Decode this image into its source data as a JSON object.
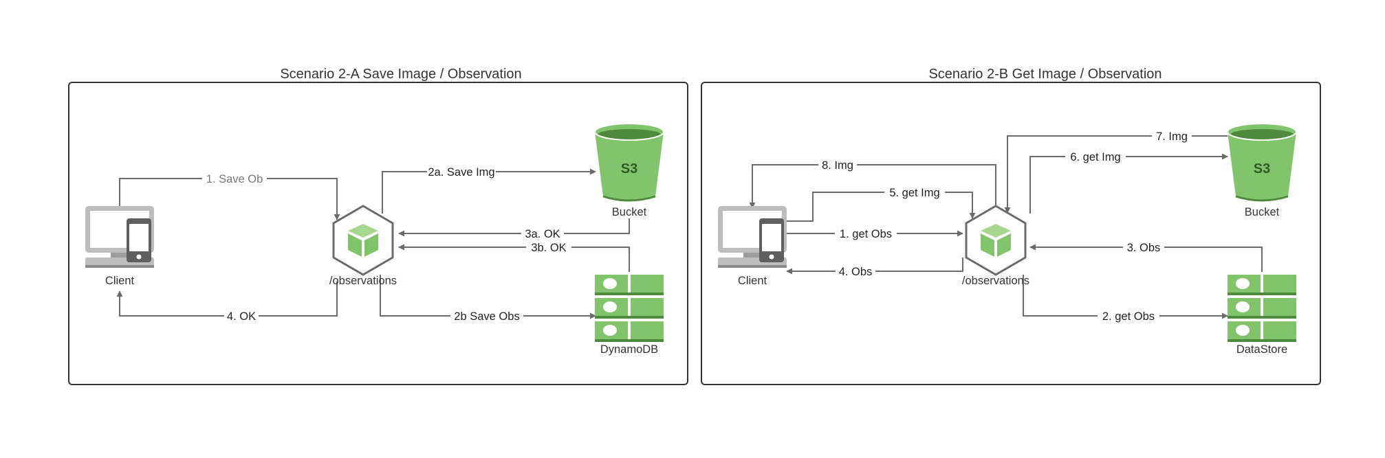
{
  "colors": {
    "green": "#82c46c",
    "dark_green": "#4f8a3c",
    "grey_device": "#bdbdbd",
    "dark_device": "#5f5f5f",
    "edge": "#6b6b6b"
  },
  "panel_a": {
    "title": "Scenario 2-A Save Image / Observation",
    "nodes": {
      "client": "Client",
      "observations": "/observations",
      "bucket": "Bucket",
      "bucket_icon_text": "S3",
      "db": "DynamoDB"
    },
    "edges": {
      "e1": "1. Save Ob",
      "e2a": "2a. Save Img",
      "e2b": "2b Save Obs",
      "e3a": "3a. OK",
      "e3b": "3b. OK",
      "e4": "4. OK"
    }
  },
  "panel_b": {
    "title": "Scenario 2-B Get Image / Observation",
    "nodes": {
      "client": "Client",
      "observations": "/observations",
      "bucket": "Bucket",
      "bucket_icon_text": "S3",
      "db": "DataStore"
    },
    "edges": {
      "e1": "1. get Obs",
      "e2": "2. get Obs",
      "e3": "3. Obs",
      "e4": "4. Obs",
      "e5": "5. get Img",
      "e6": "6. get Img",
      "e7": "7. Img",
      "e8": "8. Img"
    }
  }
}
